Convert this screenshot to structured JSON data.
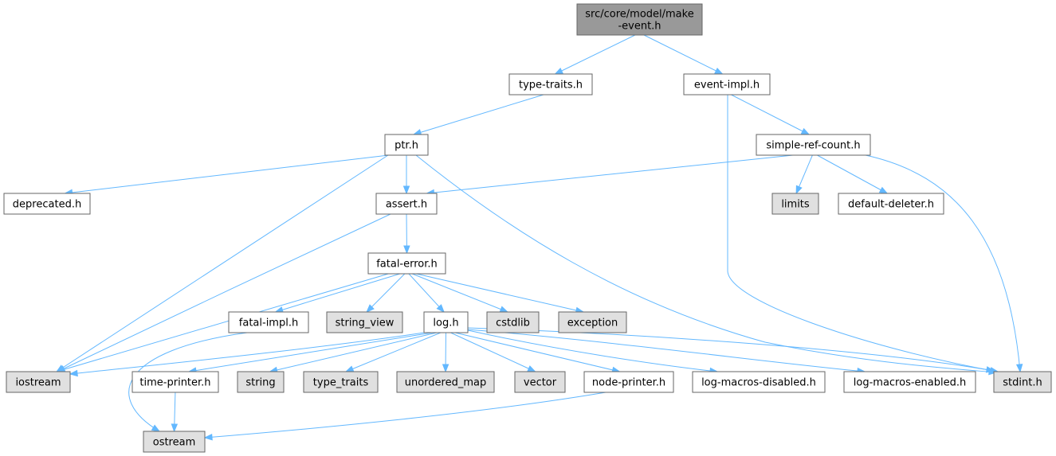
{
  "graph": {
    "nodes": [
      {
        "id": "make-event",
        "lines": [
          "src/core/model/make",
          "-event.h"
        ],
        "style": "root"
      },
      {
        "id": "type-traits",
        "lines": [
          "type-traits.h"
        ],
        "style": "file"
      },
      {
        "id": "event-impl",
        "lines": [
          "event-impl.h"
        ],
        "style": "file"
      },
      {
        "id": "ptr",
        "lines": [
          "ptr.h"
        ],
        "style": "file"
      },
      {
        "id": "simple-ref-count",
        "lines": [
          "simple-ref-count.h"
        ],
        "style": "file"
      },
      {
        "id": "deprecated",
        "lines": [
          "deprecated.h"
        ],
        "style": "file"
      },
      {
        "id": "assert",
        "lines": [
          "assert.h"
        ],
        "style": "file"
      },
      {
        "id": "limits",
        "lines": [
          "limits"
        ],
        "style": "system"
      },
      {
        "id": "default-deleter",
        "lines": [
          "default-deleter.h"
        ],
        "style": "file"
      },
      {
        "id": "fatal-error",
        "lines": [
          "fatal-error.h"
        ],
        "style": "file"
      },
      {
        "id": "fatal-impl",
        "lines": [
          "fatal-impl.h"
        ],
        "style": "file"
      },
      {
        "id": "string_view",
        "lines": [
          "string_view"
        ],
        "style": "system"
      },
      {
        "id": "log",
        "lines": [
          "log.h"
        ],
        "style": "file"
      },
      {
        "id": "cstdlib",
        "lines": [
          "cstdlib"
        ],
        "style": "system"
      },
      {
        "id": "exception",
        "lines": [
          "exception"
        ],
        "style": "system"
      },
      {
        "id": "iostream",
        "lines": [
          "iostream"
        ],
        "style": "system"
      },
      {
        "id": "time-printer",
        "lines": [
          "time-printer.h"
        ],
        "style": "file"
      },
      {
        "id": "string",
        "lines": [
          "string"
        ],
        "style": "system"
      },
      {
        "id": "type_traits",
        "lines": [
          "type_traits"
        ],
        "style": "system"
      },
      {
        "id": "unordered_map",
        "lines": [
          "unordered_map"
        ],
        "style": "system"
      },
      {
        "id": "vector",
        "lines": [
          "vector"
        ],
        "style": "system"
      },
      {
        "id": "node-printer",
        "lines": [
          "node-printer.h"
        ],
        "style": "file"
      },
      {
        "id": "log-macros-disabled",
        "lines": [
          "log-macros-disabled.h"
        ],
        "style": "file"
      },
      {
        "id": "log-macros-enabled",
        "lines": [
          "log-macros-enabled.h"
        ],
        "style": "file"
      },
      {
        "id": "stdint",
        "lines": [
          "stdint.h"
        ],
        "style": "system"
      },
      {
        "id": "ostream",
        "lines": [
          "ostream"
        ],
        "style": "system"
      }
    ],
    "edges": [
      {
        "from": "make-event",
        "to": "type-traits"
      },
      {
        "from": "make-event",
        "to": "event-impl"
      },
      {
        "from": "type-traits",
        "to": "ptr"
      },
      {
        "from": "event-impl",
        "to": "simple-ref-count"
      },
      {
        "from": "event-impl",
        "to": "stdint"
      },
      {
        "from": "ptr",
        "to": "deprecated"
      },
      {
        "from": "ptr",
        "to": "assert"
      },
      {
        "from": "ptr",
        "to": "iostream"
      },
      {
        "from": "ptr",
        "to": "stdint"
      },
      {
        "from": "simple-ref-count",
        "to": "assert"
      },
      {
        "from": "simple-ref-count",
        "to": "limits"
      },
      {
        "from": "simple-ref-count",
        "to": "default-deleter"
      },
      {
        "from": "simple-ref-count",
        "to": "stdint"
      },
      {
        "from": "assert",
        "to": "fatal-error"
      },
      {
        "from": "assert",
        "to": "iostream"
      },
      {
        "from": "fatal-error",
        "to": "fatal-impl"
      },
      {
        "from": "fatal-error",
        "to": "string_view"
      },
      {
        "from": "fatal-error",
        "to": "log"
      },
      {
        "from": "fatal-error",
        "to": "cstdlib"
      },
      {
        "from": "fatal-error",
        "to": "exception"
      },
      {
        "from": "fatal-error",
        "to": "iostream"
      },
      {
        "from": "fatal-impl",
        "to": "ostream"
      },
      {
        "from": "log",
        "to": "iostream"
      },
      {
        "from": "log",
        "to": "time-printer"
      },
      {
        "from": "log",
        "to": "string"
      },
      {
        "from": "log",
        "to": "type_traits"
      },
      {
        "from": "log",
        "to": "unordered_map"
      },
      {
        "from": "log",
        "to": "vector"
      },
      {
        "from": "log",
        "to": "node-printer"
      },
      {
        "from": "log",
        "to": "log-macros-disabled"
      },
      {
        "from": "log",
        "to": "log-macros-enabled"
      },
      {
        "from": "log",
        "to": "stdint"
      },
      {
        "from": "time-printer",
        "to": "ostream"
      },
      {
        "from": "node-printer",
        "to": "ostream"
      }
    ]
  },
  "colors": {
    "root_fill": "#999999",
    "file_fill": "#ffffff",
    "system_fill": "#e0e0e0",
    "border": "#666666",
    "edge": "#63b8ff"
  }
}
